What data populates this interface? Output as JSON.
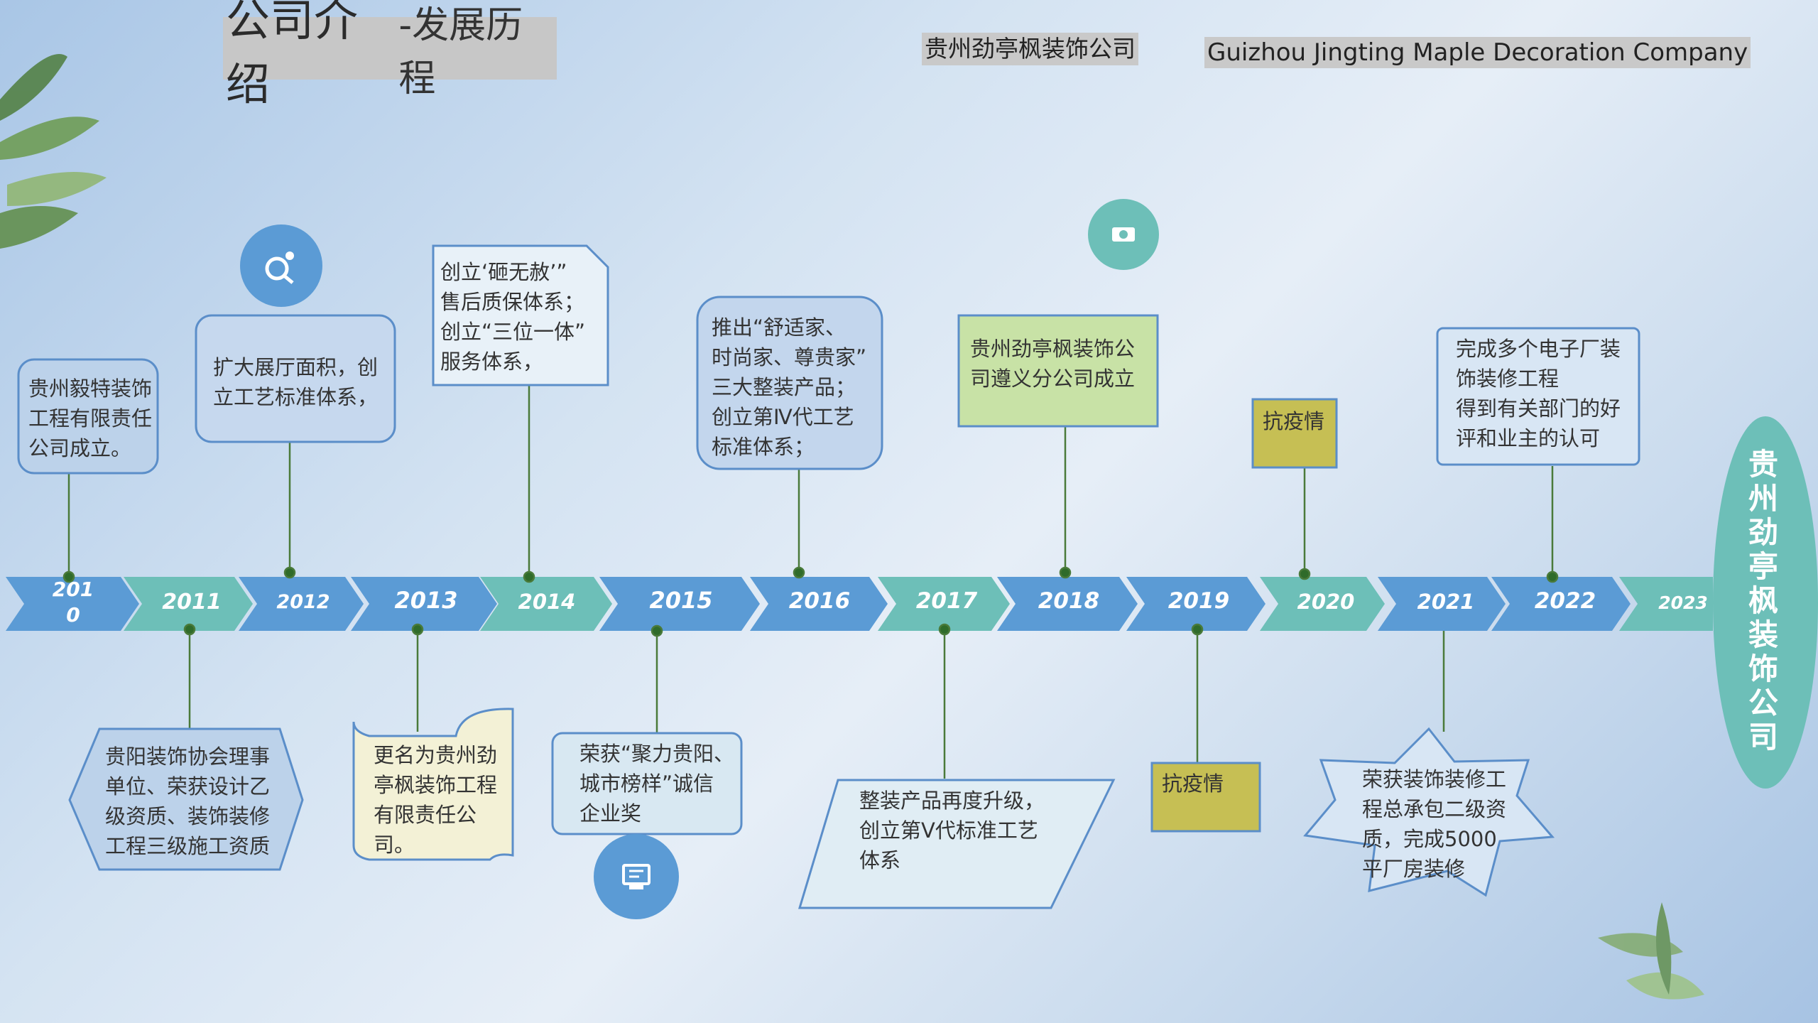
{
  "header": {
    "title_main": "公司介绍",
    "title_sub": "-发展历程",
    "company_cn": "贵州劲亭枫装饰公司",
    "company_en": "Guizhou Jingting Maple Decoration Company"
  },
  "side_label": "贵州劲亭枫装饰公司",
  "years": [
    "201\n0",
    "2011",
    "2012",
    "2013",
    "2014",
    "2015",
    "2016",
    "2017",
    "2018",
    "2019",
    "2020",
    "2021",
    "2022",
    "2023"
  ],
  "events_top": [
    {
      "year": "2010",
      "text": "贵州毅特装饰\n工程有限责任\n公司成立。"
    },
    {
      "year": "2012",
      "text": "扩大展厅面积，创\n立工艺标准体系，"
    },
    {
      "year": "2014",
      "text": "创立‘砸无赦’”\n售后质保体系；\n创立“三位一体”\n服务体系，"
    },
    {
      "year": "2016",
      "text": "推出“舒适家、\n时尚家、尊贵家”\n三大整装产品；\n创立第Ⅳ代工艺\n标准体系；"
    },
    {
      "year": "2018",
      "text": "贵州劲亭枫装饰公\n司遵义分公司成立"
    },
    {
      "year": "2020",
      "text": "抗疫情"
    },
    {
      "year": "2022",
      "text": "完成多个电子厂装\n饰装修工程\n得到有关部门的好\n评和业主的认可"
    }
  ],
  "events_bottom": [
    {
      "year": "2011",
      "text": "贵阳装饰协会理事\n单位、荣获设计乙\n级资质、装饰装修\n工程三级施工资质"
    },
    {
      "year": "2013",
      "text": "更名为贵州劲\n亭枫装饰工程\n有限责任公司。"
    },
    {
      "year": "2015",
      "text": "荣获“聚力贵阳、\n城市榜样”诚信\n企业奖"
    },
    {
      "year": "2017",
      "text": "整装产品再度升级，\n创立第Ⅴ代标准工艺\n体系"
    },
    {
      "year": "2019",
      "text": "抗疫情"
    },
    {
      "year": "2021",
      "text": "荣获装饰装修工\n程总承包二级资\n质，完成5000\n平厂房装修"
    }
  ],
  "icons": [
    "search-icon",
    "camera-icon",
    "certificate-icon"
  ],
  "colors": {
    "blue": "#5b9bd5",
    "teal": "#6dbfb8",
    "olive": "#c6bf54",
    "green_box": "#c8e2a6",
    "line": "#4a7a3a"
  }
}
